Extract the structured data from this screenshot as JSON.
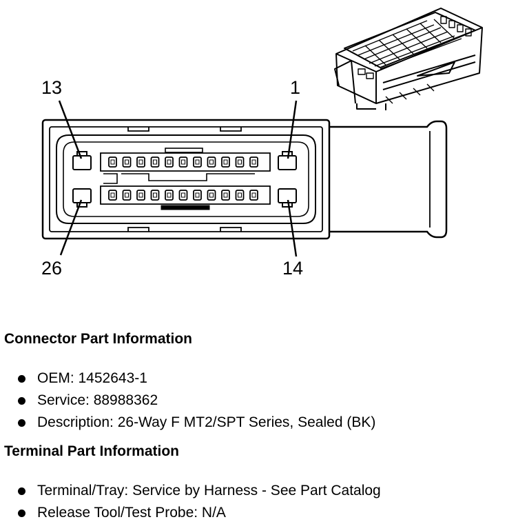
{
  "diagram": {
    "pin_labels": {
      "top_left": "13",
      "top_right": "1",
      "bottom_left": "26",
      "bottom_right": "14"
    },
    "connector_color": "#000000"
  },
  "connector_info": {
    "heading": "Connector Part Information",
    "items": [
      "OEM: 1452643-1",
      "Service: 88988362",
      "Description: 26-Way F MT2/SPT Series, Sealed (BK)"
    ]
  },
  "terminal_info": {
    "heading": "Terminal Part Information",
    "items": [
      "Terminal/Tray: Service by Harness - See Part Catalog",
      "Release Tool/Test Probe: N/A"
    ]
  }
}
